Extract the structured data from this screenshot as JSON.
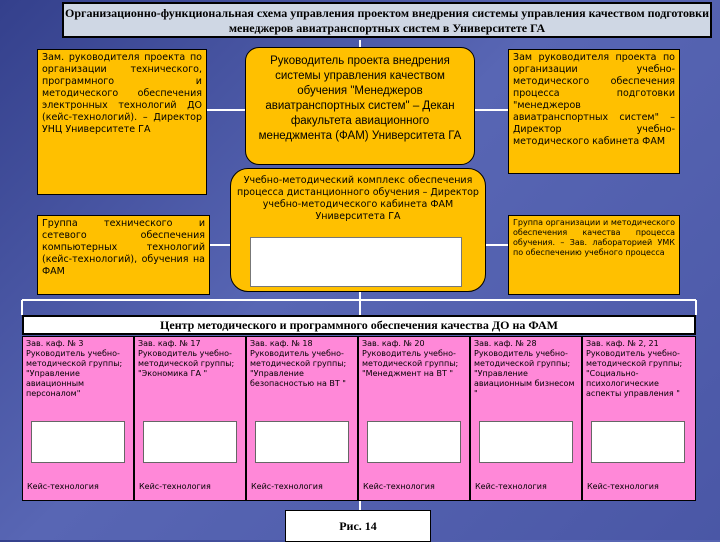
{
  "title": "Организационно-функциональная схема управления проектом внедрения системы управления качеством подготовки менеджеров авиатранспортных систем в Университете ГА",
  "left_top": "Зам. руководителя проекта по организации технического, программного и методического обеспечения электронных технологий ДО (кейс-технологий). – Директор УНЦ Университете ГА",
  "center": "Руководитель проекта внедрения системы управления качеством обучения \"Менеджеров авиатранспортных систем\" – Декан факультета авиационного менеджмента (ФАМ) Университета ГА",
  "right_top": "Зам руководителя проекта по организации учебно-методического обеспечения процесса подготовки \"менеджеров авиатранспортных систем\" – Директор учебно-методического кабинета ФАМ",
  "left_mid": "Группа технического и сетевого обеспечения компьютерных технологий (кейс-технологий), обучения на ФАМ",
  "edu_complex": "Учебно-методический комплекс обеспечения процесса дистанционного обучения – Директор учебно-методического кабинета ФАМ Университета ГА",
  "right_mid": "Группа организации и методического обеспечения качества процесса обучения. – Зав. лабораторией УМК по обеспечению учебного процесса",
  "center_label": "Центр методического и программного обеспечения качества ДО на ФАМ",
  "departments": [
    {
      "text": "Зав. каф. № 3 Руководитель учебно-методической группы; \"Управление авиационным персоналом\"",
      "case": "Кейс-технология"
    },
    {
      "text": "Зав. каф. № 17 Руководитель учебно-методической группы; \"Экономика ГА \"",
      "case": "Кейс-технология"
    },
    {
      "text": "Зав. каф. № 18 Руководитель учебно-методической группы; \"Управление безопасностью на ВТ \"",
      "case": "Кейс-технология"
    },
    {
      "text": "Зав. каф. № 20 Руководитель учебно-методической группы; \"Менеджмент на ВТ \"",
      "case": "Кейс-технология"
    },
    {
      "text": "Зав. каф. № 28 Руководитель учебно-методической группы; \"Управление авиационным бизнесом \"",
      "case": "Кейс-технология"
    },
    {
      "text": "Зав. каф. № 2, 21 Руководитель учебно-методической группы; \"Социально-психологические аспекты управления \"",
      "case": "Кейс-технология"
    }
  ],
  "figure": "Рис. 14"
}
